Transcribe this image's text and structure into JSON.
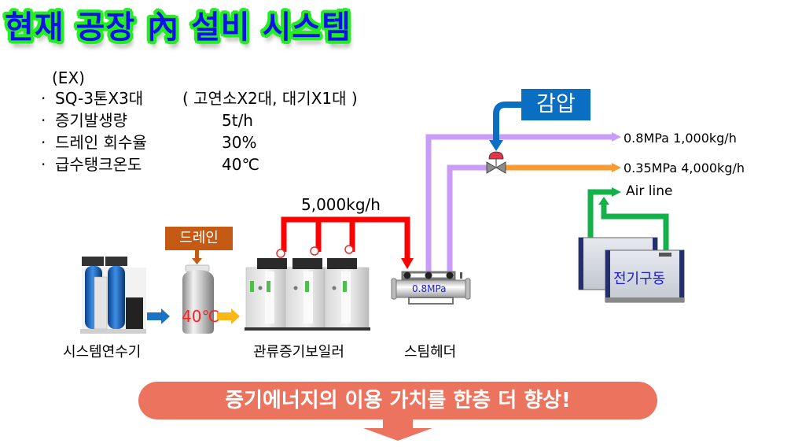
{
  "title": "현재 공장 內 설비 시스템",
  "specs": {
    "header": "(EX)",
    "rows": [
      {
        "label": "SQ-3톤X3대",
        "value": "( 고연소X2대, 대기X1대 )"
      },
      {
        "label": "증기발생량",
        "value": "5t/h"
      },
      {
        "label": "드레인 회수율",
        "value": "30%"
      },
      {
        "label": "급수탱크온도",
        "value": "40℃"
      }
    ],
    "bullet": "·"
  },
  "diagram": {
    "reduce_pressure_label": "감압",
    "drain_label": "드레인",
    "tank_temp": "40℃",
    "boiler_flow": "5,000kg/h",
    "header_pressure": "0.8MPa",
    "outputs": [
      {
        "label": "0.8MPa 1,000kg/h",
        "color": "#c89cf7"
      },
      {
        "label": "0.35MPa 4,000kg/h",
        "color": "#f99a32"
      },
      {
        "label": "Air line",
        "color": "#14b04a"
      }
    ],
    "compressor_label": "전기구동",
    "equipment": [
      {
        "name": "시스템연수기"
      },
      {
        "name": "관류증기보일러"
      },
      {
        "name": "스팀헤더"
      }
    ],
    "colors": {
      "steam_main": "#ff0000",
      "steam_line": "#c89cf7",
      "low_pressure": "#f99a32",
      "air": "#14b04a",
      "water_arrow": "#1a73c4",
      "feed_arrow": "#fbb617",
      "reduce_box": "#0a6fc2",
      "drain_box": "#c45a14",
      "banner": "#ec735e"
    }
  },
  "banner": {
    "text": "증기에너지의 이용 가치를 한층 더 향상!"
  }
}
